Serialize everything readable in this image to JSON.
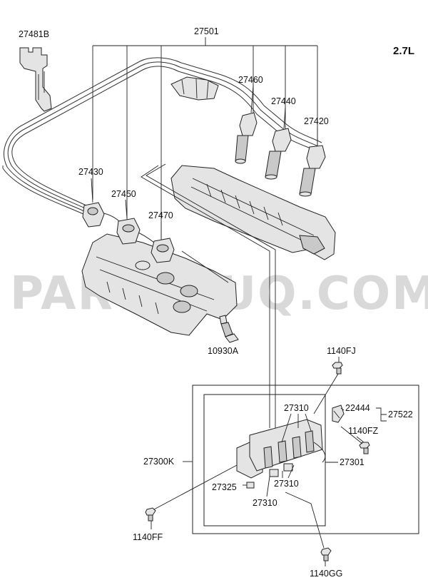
{
  "engine": "2.7L",
  "watermark": "PARTSOUQ.COM",
  "callouts": {
    "c27481B": "27481B",
    "c27501": "27501",
    "c27460": "27460",
    "c27440": "27440",
    "c27420": "27420",
    "c27430": "27430",
    "c27450": "27450",
    "c27470": "27470",
    "c10930A": "10930A",
    "c1140FJ": "1140FJ",
    "c27310_top": "27310",
    "c22444": "22444",
    "c27522": "27522",
    "c1140FZ": "1140FZ",
    "c27300K": "27300K",
    "c27301": "27301",
    "c27325": "27325",
    "c27310_mid": "27310",
    "c27310_bot": "27310",
    "c1140FF": "1140FF",
    "c1140GG": "1140GG"
  }
}
